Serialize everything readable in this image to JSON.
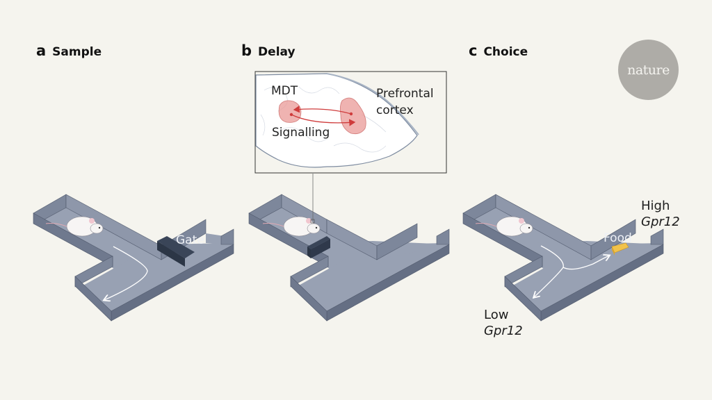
{
  "panels": [
    {
      "letter": "a",
      "title": "Sample"
    },
    {
      "letter": "b",
      "title": "Delay"
    },
    {
      "letter": "c",
      "title": "Choice"
    }
  ],
  "logo": {
    "text": "nature"
  },
  "inset": {
    "mdt_label": "MDT",
    "pfc_label_line1": "Prefrontal",
    "pfc_label_line2": "cortex",
    "signal_label": "Signalling"
  },
  "maze_a": {
    "gate_label": "Gate"
  },
  "maze_c": {
    "food_label": "Food",
    "high_line1": "High",
    "high_line2": "Gpr12",
    "low_line1": "Low",
    "low_line2": "Gpr12"
  },
  "colors": {
    "background": "#f5f4ee",
    "maze_floor": "#98a1b3",
    "maze_wall_light": "#7d879b",
    "maze_wall_dark": "#656f84",
    "gate": "#3a4558",
    "region_fill": "#e99a97",
    "arrow_red": "#cf3b3b",
    "cheese": "#f1c24a",
    "logo_bg": "#aeaca7"
  }
}
